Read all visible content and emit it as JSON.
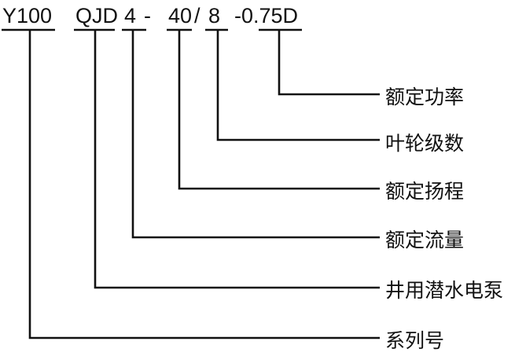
{
  "model_code": {
    "series": "Y100",
    "pump_type": "QJD",
    "flow": "4",
    "dash1": "-",
    "head": "40",
    "slash": "/",
    "stages": "8",
    "power": "-0.75D"
  },
  "legend": {
    "rated_power": "额定功率",
    "impeller_stages": "叶轮级数",
    "rated_head": "额定扬程",
    "rated_flow": "额定流量",
    "well_submersible_pump": "井用潜水电泵",
    "series_number": "系列号"
  }
}
